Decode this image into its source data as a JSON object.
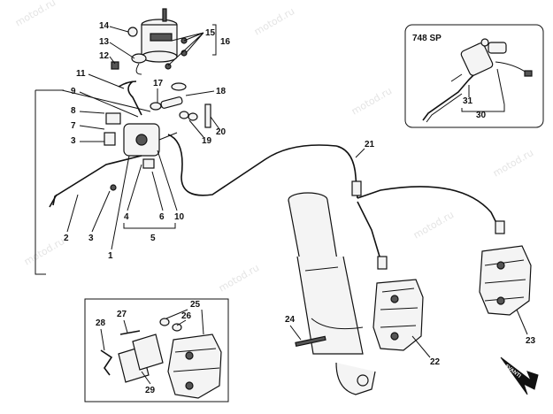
{
  "watermark": "motod.ru",
  "inset_top_title": "748 SP",
  "direction_arrow_text": "AVANTI",
  "callouts": {
    "n1": "1",
    "n2": "2",
    "n3a": "3",
    "n3b": "3",
    "n4": "4",
    "n5": "5",
    "n6": "6",
    "n7": "7",
    "n8": "8",
    "n9": "9",
    "n10": "10",
    "n11": "11",
    "n12": "12",
    "n13": "13",
    "n14": "14",
    "n15": "15",
    "n16": "16",
    "n17": "17",
    "n18": "18",
    "n19": "19",
    "n20": "20",
    "n21": "21",
    "n22": "22",
    "n23": "23",
    "n24": "24",
    "n25": "25",
    "n26": "26",
    "n27": "27",
    "n28": "28",
    "n29": "29",
    "n30": "30",
    "n31": "31"
  }
}
